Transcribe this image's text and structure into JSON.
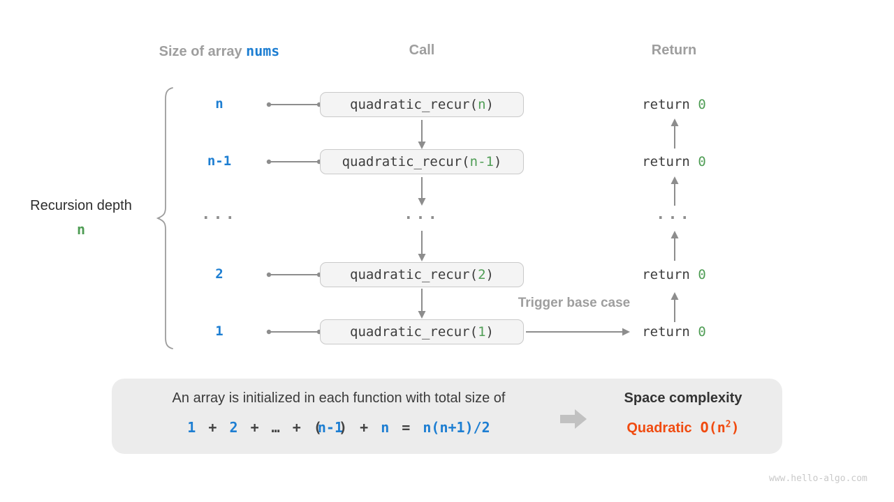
{
  "colors": {
    "accent_blue": "#1d7ed2",
    "accent_green": "#4f9d55",
    "accent_orange": "#f04b10",
    "heading_gray": "#9e9e9e",
    "box_fill": "#f4f4f4",
    "panel_fill": "#ececec"
  },
  "headers": {
    "size_prefix": "Size of array ",
    "size_code": "nums",
    "call": "Call",
    "return": "Return"
  },
  "left_label": {
    "line1": "Recursion depth",
    "line2": "n"
  },
  "rows": [
    {
      "size": "n",
      "call_open": "quadratic_recur(",
      "arg": "n",
      "call_close": ")",
      "ret_kw": "return ",
      "ret_val": "0"
    },
    {
      "size": "n-1",
      "call_open": "quadratic_recur(",
      "arg": "n-1",
      "call_close": ")",
      "ret_kw": "return ",
      "ret_val": "0"
    },
    {
      "size_dots": "...",
      "call_dots": "...",
      "ret_dots": "..."
    },
    {
      "size": "2",
      "call_open": "quadratic_recur(",
      "arg": "2",
      "call_close": ")",
      "ret_kw": "return ",
      "ret_val": "0"
    },
    {
      "size": "1",
      "call_open": "quadratic_recur(",
      "arg": "1",
      "call_close": ")",
      "ret_kw": "return ",
      "ret_val": "0"
    }
  ],
  "trigger_label": "Trigger base case",
  "panel": {
    "description": "An array is initialized in each function with total size of",
    "formula": {
      "t1": "1",
      "op1": "+",
      "t2": "2",
      "op2": "+",
      "dots": "…",
      "op3": "+",
      "p_open": "(",
      "t3": "n-1",
      "p_close": ")",
      "op4": "+",
      "t4": "n",
      "eq": "=",
      "result": "n(n+1)/2"
    },
    "space_title": "Space complexity",
    "complexity_word": "Quadratic",
    "complexity_code_pre": "O(n",
    "complexity_sup": "2",
    "complexity_code_post": ")"
  },
  "footer": "www.hello-algo.com"
}
